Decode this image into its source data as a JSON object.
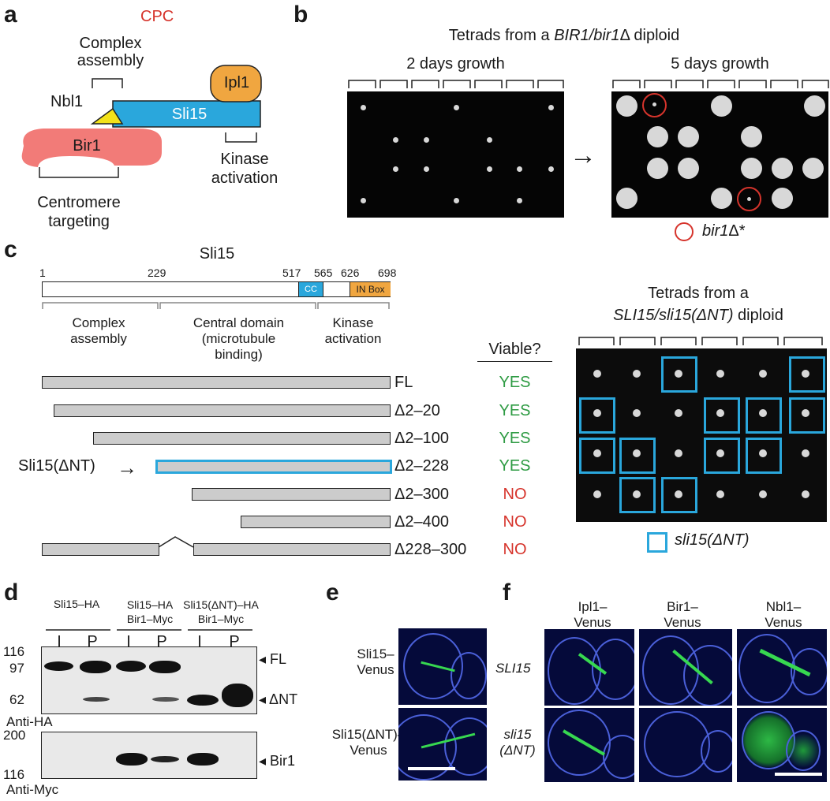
{
  "panels": {
    "a": "a",
    "b": "b",
    "c": "c",
    "d": "d",
    "e": "e",
    "f": "f"
  },
  "a": {
    "cpc": "CPC",
    "complex_assembly": "Complex\nassembly",
    "nbl1": "Nbl1",
    "sli15": "Sli15",
    "ipl1": "Ipl1",
    "bir1": "Bir1",
    "kinase_activation": "Kinase\nactivation",
    "centromere_targeting": "Centromere\ntargeting",
    "colors": {
      "sli15": "#2aa7dc",
      "ipl1": "#f0a640",
      "bir1": "#f27b78",
      "nbl1": "#f3e21a",
      "cpc": "#d6342c"
    }
  },
  "b": {
    "title_pre": "Tetrads from a ",
    "title_gene": "BIR1/bir1",
    "title_post": "Δ diploid",
    "plate1_label": "2 days growth",
    "plate2_label": "5 days growth",
    "arrow": "→",
    "legend_pre": "bir1",
    "legend_post": "Δ*"
  },
  "c": {
    "title": "Sli15",
    "positions": [
      "1",
      "229",
      "517",
      "565",
      "626",
      "698"
    ],
    "cc": "CC",
    "inbox": "IN Box",
    "domains": [
      "Complex\nassembly",
      "Central domain\n(microtubule\nbinding)",
      "Kinase\nactivation"
    ],
    "viable_header": "Viable?",
    "constructs": [
      {
        "label": "FL",
        "viable": "YES"
      },
      {
        "label": "Δ2–20",
        "viable": "YES"
      },
      {
        "label": "Δ2–100",
        "viable": "YES"
      },
      {
        "label": "Δ2–228",
        "viable": "YES"
      },
      {
        "label": "Δ2–300",
        "viable": "NO"
      },
      {
        "label": "Δ2–400",
        "viable": "NO"
      },
      {
        "label": "Δ228–300",
        "viable": "NO"
      }
    ],
    "dnt_label": "Sli15(ΔNT)",
    "tetrad_title1": "Tetrads from a",
    "tetrad_title2": "SLI15/sli15(ΔNT)",
    "tetrad_title3": " diploid",
    "legend": "sli15(ΔNT)"
  },
  "d": {
    "lanes": [
      "Sli15–HA",
      "Sli15–HA\nBir1–Myc",
      "Sli15(ΔNT)–HA\nBir1–Myc"
    ],
    "ip": [
      "I",
      "P",
      "I",
      "P",
      "I",
      "P"
    ],
    "markers_top": [
      "116",
      "97",
      "62"
    ],
    "bands_top": [
      "◂ FL",
      "◂ ΔNT"
    ],
    "anti_ha": "Anti-HA",
    "markers_bottom": [
      "200",
      "116"
    ],
    "band_bottom": "◂ Bir1",
    "anti_myc": "Anti-Myc"
  },
  "e": {
    "rows": [
      "Sli15–\nVenus",
      "Sli15(ΔNT)–\nVenus"
    ]
  },
  "f": {
    "cols": [
      "Ipl1–\nVenus",
      "Bir1–\nVenus",
      "Nbl1–\nVenus"
    ],
    "rows": [
      "SLI15",
      "sli15\n(ΔNT)"
    ]
  }
}
